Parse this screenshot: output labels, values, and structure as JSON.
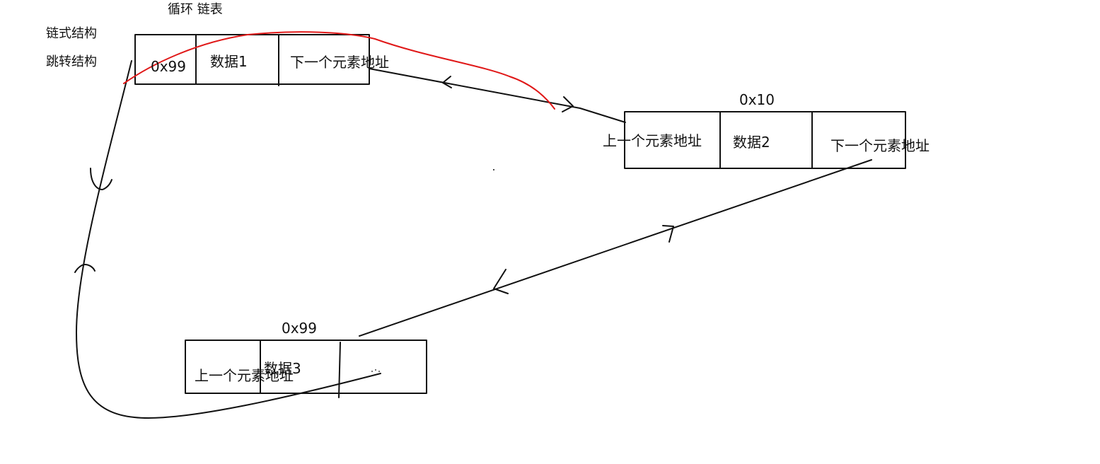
{
  "title": "循环 链表",
  "notes": {
    "line1": "链式结构",
    "line2": "跳转结构"
  },
  "node1": {
    "address_cell": "0x99",
    "data_cell": "数据1",
    "next_cell": "下一个元素地址"
  },
  "node2": {
    "address": "0x10",
    "prev_cell": "上一个元素地址",
    "data_cell": "数据2",
    "next_cell": "下一个元素地址"
  },
  "node3": {
    "address": "0x99",
    "prev_cell": "上一个元素地址",
    "data_cell": "数据3",
    "next_cell": ""
  },
  "colors": {
    "ink": "#111111",
    "highlight_stroke": "#e01818",
    "background": "#ffffff"
  }
}
